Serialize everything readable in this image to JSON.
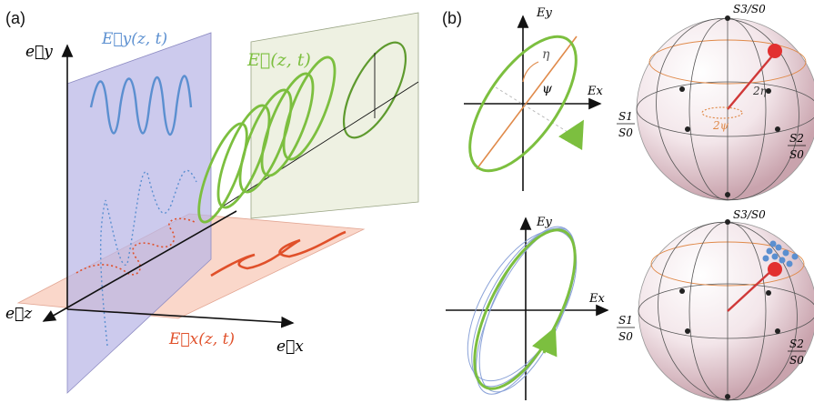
{
  "panel_a": {
    "label": "(a)",
    "labels": {
      "ey_axis": "e⃗y",
      "ez_axis": "e⃗z",
      "ex_axis": "e⃗x",
      "Ey_field": "E⃗y(z, t)",
      "E_field": "E⃗(z, t)",
      "Ex_field": "E⃗x(z, t)"
    },
    "colors": {
      "blue": "#5b8fd0",
      "green": "#7cbf3f",
      "red": "#e0502a",
      "blue_plane": "#b9b6e6",
      "red_plane": "#f8c9b8",
      "green_plane": "#eef1e2"
    }
  },
  "panel_b": {
    "label": "(b)",
    "ellipse_top": {
      "ey": "Ey",
      "ex": "Ex",
      "eta": "η",
      "psi": "ψ"
    },
    "ellipse_bottom": {
      "ey": "Ey",
      "ex": "Ex"
    },
    "sphere_top": {
      "s3": "S3/S0",
      "s1_num": "S1",
      "s1_den": "S0",
      "s2_num": "S2",
      "s2_den": "S0",
      "two_eta": "2η",
      "two_psi": "2ψ"
    },
    "sphere_bottom": {
      "s3": "S3/S0",
      "s1_num": "S1",
      "s1_den": "S0",
      "s2_num": "S2",
      "s2_den": "S0"
    }
  }
}
